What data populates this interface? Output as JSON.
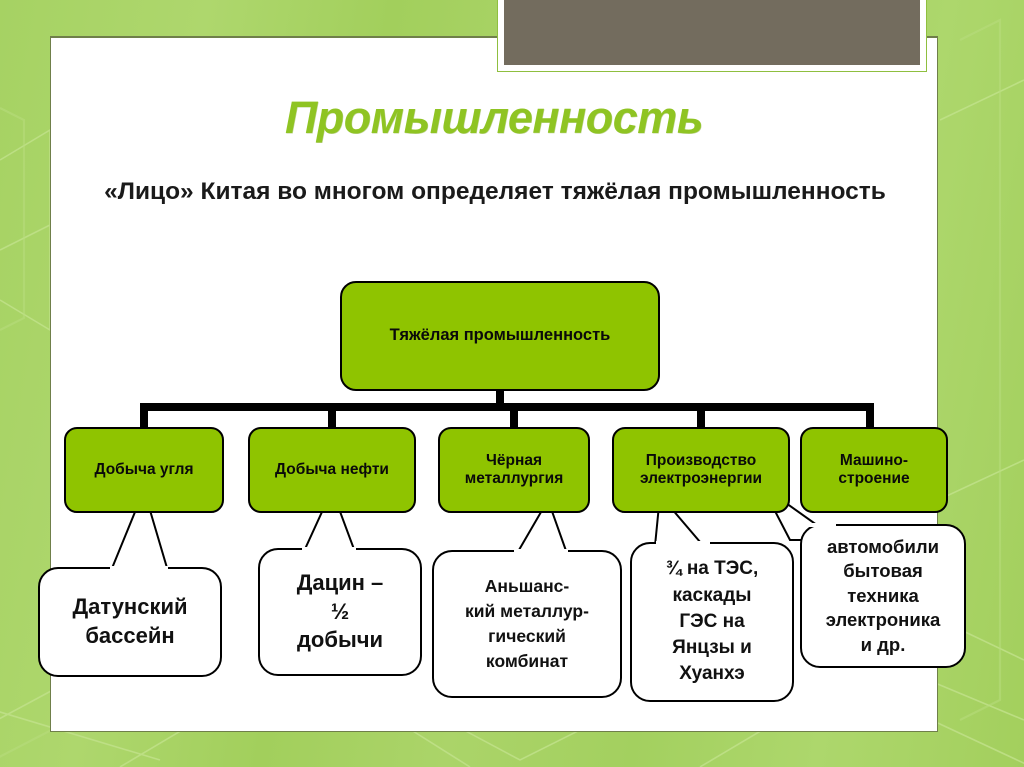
{
  "slide": {
    "title": "Промышленность",
    "subtitle": "«Лицо» Китая во многом определяет тяжёлая промышленность",
    "accent_green": "#8fc400",
    "title_green": "#8fc423",
    "background_green": "#a6d263",
    "header_plate_color": "#736c5e"
  },
  "diagram": {
    "type": "org-chart",
    "root": {
      "label": "Тяжёлая промышленность"
    },
    "branches": [
      {
        "label": "Добыча угля"
      },
      {
        "label": "Добыча нефти"
      },
      {
        "label": "Чёрная\nметаллургия",
        "line1": "Чёрная",
        "line2": "металлургия"
      },
      {
        "label": "Производство\nэлектроэнергии",
        "line1": "Производство",
        "line2": "электроэнергии"
      },
      {
        "label": "Машино-\nстроение",
        "line1": "Машино-",
        "line2": "строение"
      }
    ],
    "callouts": [
      {
        "lines": [
          "Датунский",
          "бассейн"
        ]
      },
      {
        "lines": [
          "Дацин –",
          "½",
          "добычи"
        ]
      },
      {
        "lines": [
          "Аньшанс-",
          "кий металлур-",
          "гический",
          "комбинат"
        ]
      },
      {
        "lines": [
          "¾ на ТЭС,",
          "каскады",
          "ГЭС на",
          "Янцзы и",
          "Хуанхэ"
        ]
      },
      {
        "lines": [
          "автомобили",
          "бытовая",
          "техника",
          "электроника",
          "и др."
        ]
      }
    ]
  }
}
